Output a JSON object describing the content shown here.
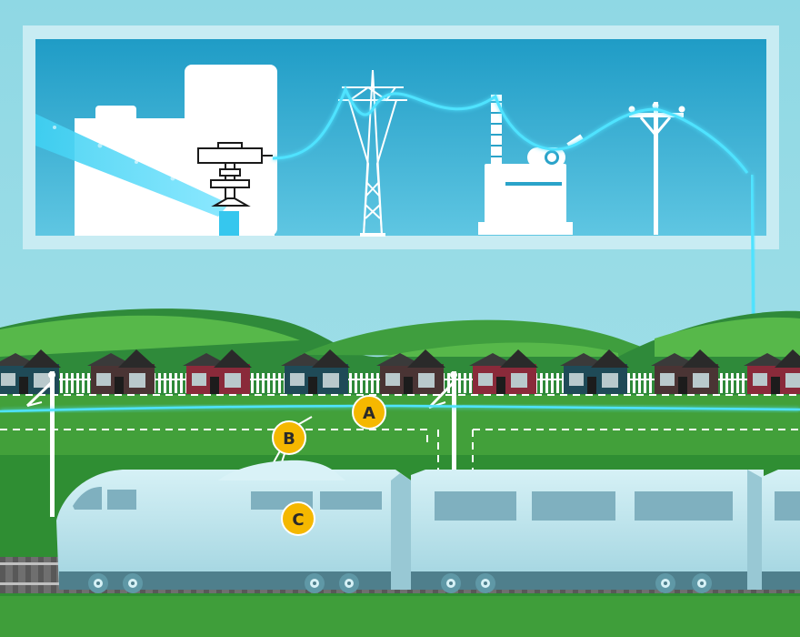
{
  "colors": {
    "sky": "#8ed6e2",
    "panel_bg": "#2aa3c9",
    "panel_border": "#c9edf4",
    "power_line": "#4fe3ff",
    "hill_dark": "#2f8a3a",
    "hill_light": "#57b84a",
    "field": "#3e9a38",
    "train_body": "#b8e4ee",
    "train_dark": "#4f7f8c",
    "marker_fill": "#f5b800",
    "house_red": "#8a2a3a",
    "house_teal": "#1f4a57",
    "house_brown": "#4a3434"
  },
  "icons": [
    "power-station-icon",
    "hydro-turbine-icon",
    "transmission-tower-icon",
    "transformer-icon",
    "utility-pole-icon"
  ],
  "markers": [
    {
      "id": "A",
      "label": "A"
    },
    {
      "id": "B",
      "label": "B"
    },
    {
      "id": "C",
      "label": "C"
    }
  ]
}
